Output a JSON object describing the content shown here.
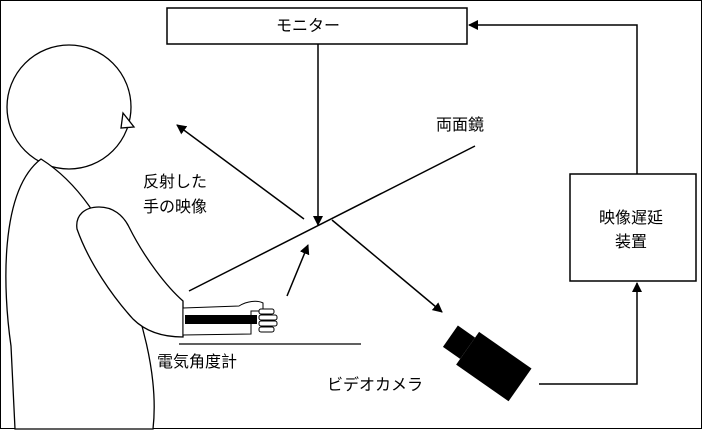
{
  "labels": {
    "monitor": "モニター",
    "delay_device_line1": "映像遅延",
    "delay_device_line2": "装置",
    "mirror": "両面鏡",
    "reflected_line1": "反射した",
    "reflected_line2": "手の映像",
    "goniometer": "電気角度計",
    "video_camera": "ビデオカメラ"
  },
  "colors": {
    "stroke": "#000000",
    "background": "#ffffff"
  }
}
